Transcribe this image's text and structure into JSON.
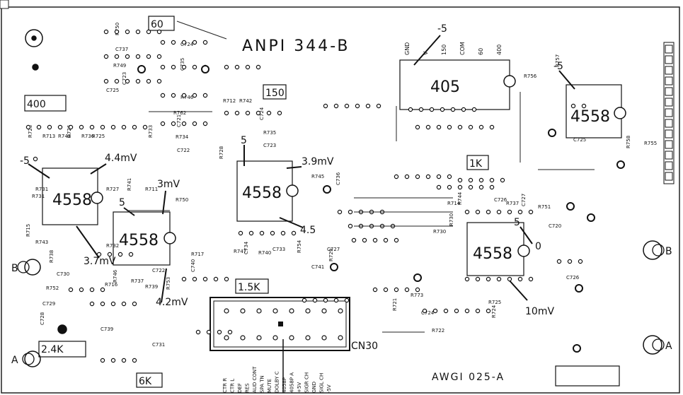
{
  "board": {
    "part_number": "ANPI 344-B",
    "footer_code": "AWGI 025-A"
  },
  "boxed_labels": {
    "b60": "60",
    "b150": "150",
    "b400": "400",
    "b1k": "1K",
    "b15k": "1.5K",
    "b24k": "2.4K",
    "b6k": "6K"
  },
  "ic_labels": {
    "ic_405": "405",
    "ic_4558_right_top": "4558",
    "ic_4558_left_top": "4558",
    "ic_4558_center": "4558",
    "ic_4558_left_bottom": "4558",
    "ic_4558_right_bottom": "4558"
  },
  "measurements": {
    "m_neg5_top": "-5",
    "m_neg5_right": "-5",
    "m_neg5_left": "-5",
    "m_5_mid": "5",
    "m_5_left": "5",
    "m_5_center": "5",
    "m_44mv": "4.4mV",
    "m_3mv": "3mV",
    "m_39mv": "3.9mV",
    "m_45": "4.5",
    "m_37mv": "3.7mV",
    "m_42mv": "4.2mV",
    "m_10mv": "10mV",
    "m_0": "0"
  },
  "connector": {
    "name": "CN30",
    "pins": [
      "CTR R",
      "CTR L",
      "DEF",
      "RES",
      "AUD CONT",
      "SPA TN",
      "MUTE",
      "DOLBY C",
      "4058P",
      "4058P A",
      "+5V",
      "SIGR CH",
      "GND",
      "SIGL CH",
      "-5V"
    ]
  },
  "header_pins": [
    "GND",
    "V",
    "150",
    "COM",
    "60",
    "400"
  ],
  "side_labels": {
    "left_b": "B",
    "left_a": "A",
    "right_b": "B",
    "right_a": "A"
  },
  "refs": [
    "R750",
    "C737",
    "R749",
    "C723",
    "C725",
    "C724",
    "C735",
    "R746",
    "R762",
    "C721",
    "R734",
    "C722",
    "R723",
    "R713",
    "R743",
    "R726",
    "R736",
    "R725",
    "R733",
    "R712",
    "R742",
    "C724",
    "R735",
    "C723",
    "R728",
    "R745",
    "C722",
    "C736",
    "R731",
    "R727",
    "R741",
    "R711",
    "R750",
    "R715",
    "R732",
    "R743",
    "R738",
    "C730",
    "R716",
    "R746",
    "R737",
    "R739",
    "R753",
    "R752",
    "C729",
    "C728",
    "C739",
    "C731",
    "C740",
    "R717",
    "R747",
    "C734",
    "R740",
    "C733",
    "R754",
    "C741",
    "C727",
    "R729",
    "R730",
    "R714",
    "R744",
    "C726",
    "R737",
    "C727",
    "R751",
    "C720",
    "R758",
    "R755",
    "R756",
    "R757",
    "C725",
    "C726",
    "R724",
    "R725",
    "R722",
    "R721",
    "R773",
    "C724",
    "R730",
    "R731"
  ]
}
